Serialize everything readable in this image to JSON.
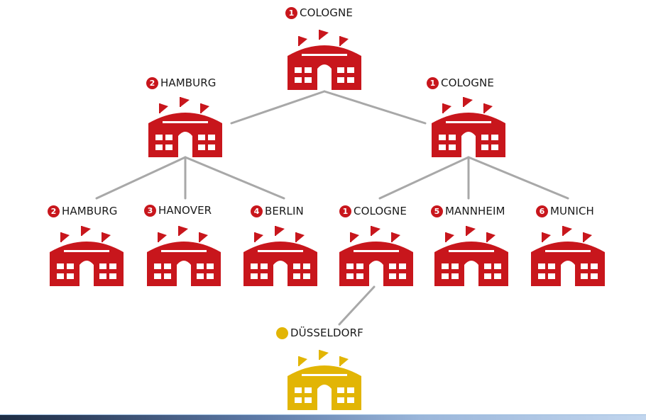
{
  "colors": {
    "venue": "#c8161c",
    "highlight": "#e2b505",
    "connector": "#a8a8a8",
    "label_text": "#1a1a1a"
  },
  "nodes": [
    {
      "id": "top-cologne",
      "rank": "1",
      "city": "COLOGNE",
      "color": "red"
    },
    {
      "id": "mid-hamburg",
      "rank": "2",
      "city": "HAMBURG",
      "color": "red"
    },
    {
      "id": "mid-cologne",
      "rank": "1",
      "city": "COLOGNE",
      "color": "red"
    },
    {
      "id": "leaf-hamburg",
      "rank": "2",
      "city": "HAMBURG",
      "color": "red"
    },
    {
      "id": "leaf-hanover",
      "rank": "3",
      "city": "HANOVER",
      "color": "red"
    },
    {
      "id": "leaf-berlin",
      "rank": "4",
      "city": "BERLIN",
      "color": "red"
    },
    {
      "id": "leaf-cologne",
      "rank": "1",
      "city": "COLOGNE",
      "color": "red"
    },
    {
      "id": "leaf-mannheim",
      "rank": "5",
      "city": "MANNHEIM",
      "color": "red"
    },
    {
      "id": "leaf-munich",
      "rank": "6",
      "city": "MUNICH",
      "color": "red"
    },
    {
      "id": "sub-dusseldorf",
      "rank": "",
      "city": "DÜSSELDORF",
      "color": "yellow"
    }
  ],
  "edges": [
    [
      "top-cologne",
      "mid-hamburg"
    ],
    [
      "top-cologne",
      "mid-cologne"
    ],
    [
      "mid-hamburg",
      "leaf-hamburg"
    ],
    [
      "mid-hamburg",
      "leaf-hanover"
    ],
    [
      "mid-hamburg",
      "leaf-berlin"
    ],
    [
      "mid-cologne",
      "leaf-cologne"
    ],
    [
      "mid-cologne",
      "leaf-mannheim"
    ],
    [
      "mid-cologne",
      "leaf-munich"
    ],
    [
      "leaf-cologne",
      "sub-dusseldorf"
    ]
  ]
}
